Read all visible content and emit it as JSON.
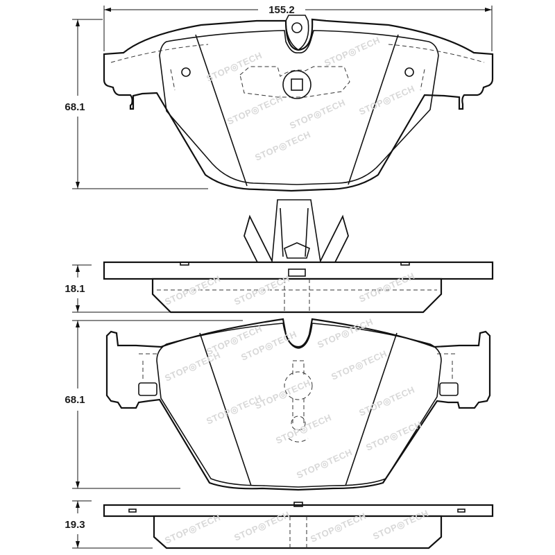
{
  "dimensions": {
    "width": "155.2",
    "height_top": "68.1",
    "thickness_side1": "18.1",
    "height_bottom": "68.1",
    "thickness_side2": "19.3"
  },
  "watermark": {
    "brand_left": "STOP",
    "brand_right": "TECH"
  },
  "colors": {
    "line": "#111111",
    "watermark": "#d8d8d8",
    "background": "#ffffff"
  }
}
